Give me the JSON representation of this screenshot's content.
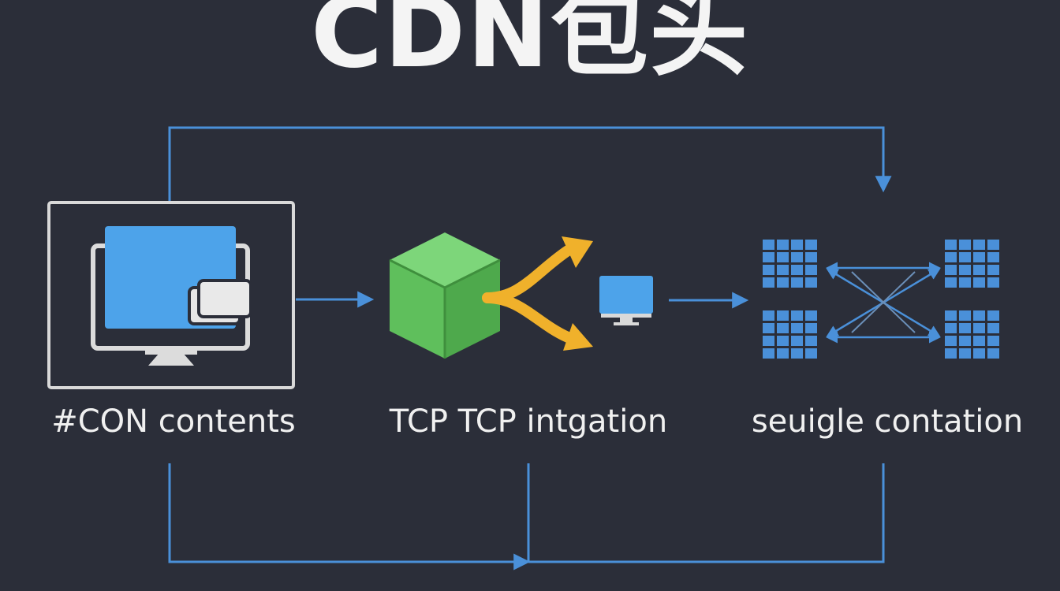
{
  "title": "CDN包头",
  "nodes": {
    "left": {
      "label": "#CON contents",
      "icon": "monitor-icon"
    },
    "middle": {
      "label": "TCP TCP intgation",
      "icon": "cube-icon"
    },
    "right": {
      "label": "seuigle contation",
      "icon": "grid-network-icon"
    }
  },
  "colors": {
    "background": "#2b2e39",
    "connector": "#4a90d9",
    "screen": "#4da3ea",
    "cube": "#6cc36a",
    "split_arrow": "#f0b12b",
    "frame": "#d9d9d9",
    "grid": "#4a90d9"
  }
}
